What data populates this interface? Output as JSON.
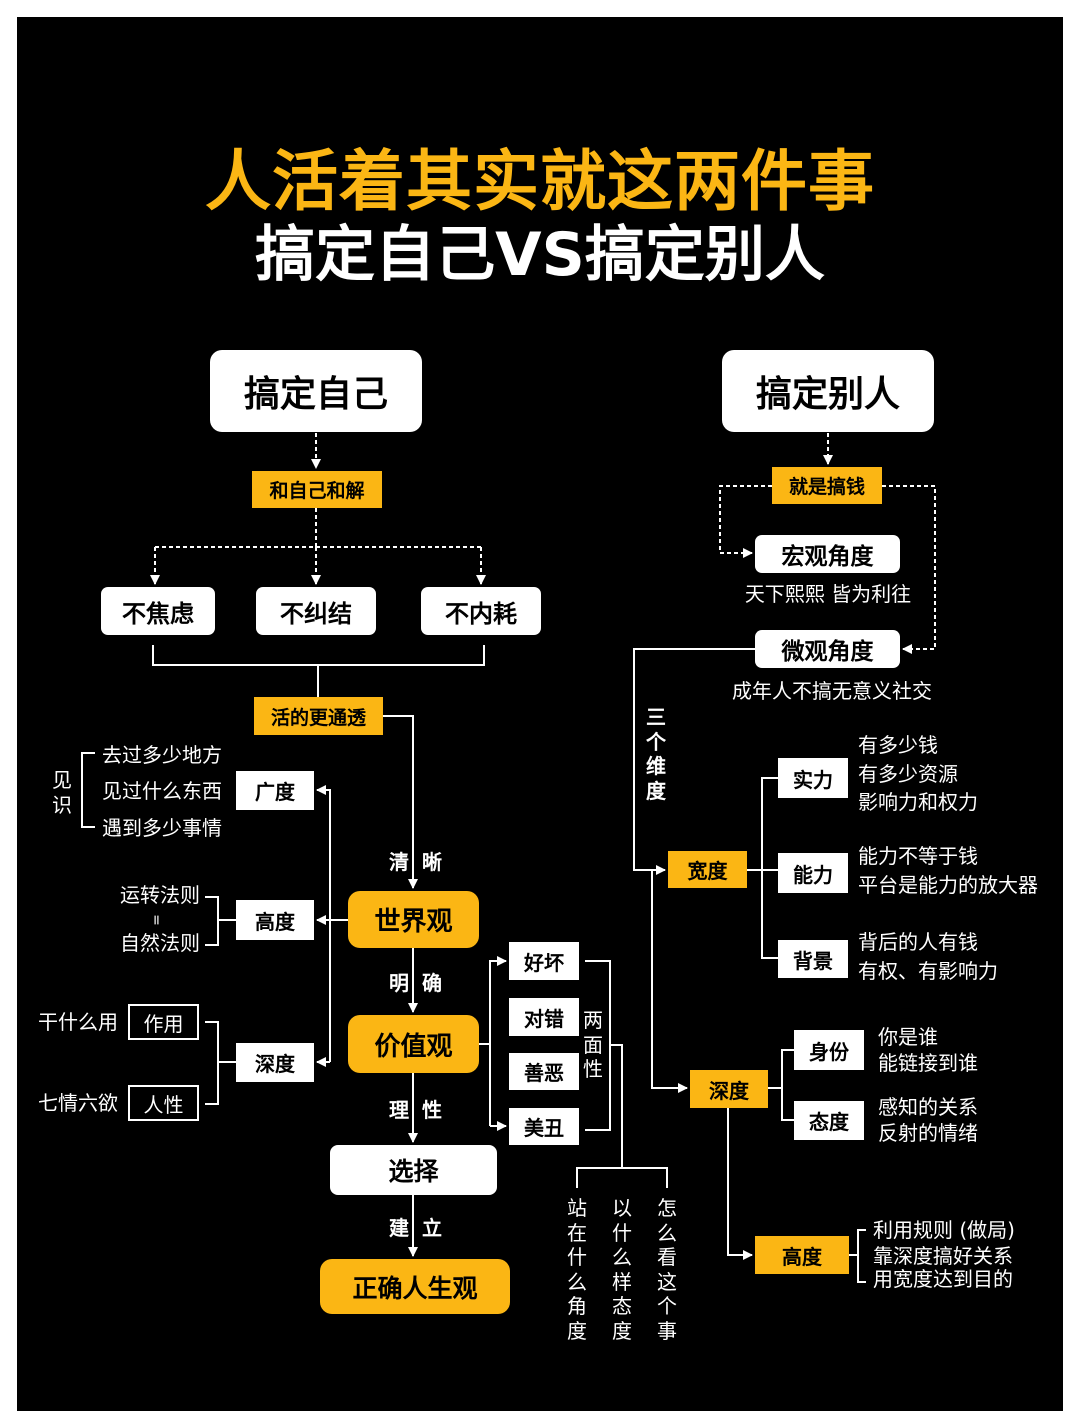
{
  "title": {
    "line1": "人活着其实就这两件事",
    "line2": "搞定自己VS搞定别人"
  },
  "colors": {
    "accent": "#fbb614",
    "background": "#000000",
    "box": "#ffffff"
  },
  "self": {
    "root": "搞定自己",
    "step1": "和自己和解",
    "branches": [
      "不焦虑",
      "不纠结",
      "不内耗"
    ],
    "step2": "活的更通透",
    "flow": [
      {
        "label": [
          "清",
          "晰"
        ]
      },
      {
        "node": "世界观"
      },
      {
        "label": [
          "明",
          "确"
        ]
      },
      {
        "node": "价值观"
      },
      {
        "label": [
          "理",
          "性"
        ]
      },
      {
        "node": "选择"
      },
      {
        "label": [
          "建",
          "立"
        ]
      },
      {
        "node": "正确人生观"
      }
    ],
    "worldview": {
      "breadth": {
        "label": "广度",
        "group": "见识",
        "items": [
          "去过多少地方",
          "见过什么东西",
          "遇到多少事情"
        ]
      },
      "height": {
        "label": "高度",
        "items": [
          "运转法则",
          "=",
          "自然法则"
        ]
      },
      "depth": {
        "label": "深度",
        "items": [
          {
            "desc": "干什么用",
            "box": "作用"
          },
          {
            "desc": "七情六欲",
            "box": "人性"
          }
        ]
      }
    },
    "values": {
      "items": [
        "好坏",
        "对错",
        "善恶",
        "美丑"
      ],
      "group": "两面性",
      "perspectives": [
        "站在什么角度",
        "以什么样态度",
        "怎么看这个事"
      ]
    }
  },
  "others": {
    "root": "搞定别人",
    "step1": "就是搞钱",
    "macro": {
      "label": "宏观角度",
      "desc": "天下熙熙 皆为利往"
    },
    "micro": {
      "label": "微观角度",
      "desc": "成年人不搞无意义社交"
    },
    "dimensions_label": "三个维度",
    "breadth": {
      "label": "宽度",
      "items": [
        {
          "box": "实力",
          "lines": [
            "有多少钱",
            "有多少资源",
            "影响力和权力"
          ]
        },
        {
          "box": "能力",
          "lines": [
            "能力不等于钱",
            "平台是能力的放大器"
          ]
        },
        {
          "box": "背景",
          "lines": [
            "背后的人有钱",
            "有权、有影响力"
          ]
        }
      ]
    },
    "depth": {
      "label": "深度",
      "items": [
        {
          "box": "身份",
          "lines": [
            "你是谁",
            "能链接到谁"
          ]
        },
        {
          "box": "态度",
          "lines": [
            "感知的关系",
            "反射的情绪"
          ]
        }
      ]
    },
    "height": {
      "label": "高度",
      "lines": [
        "利用规则 (做局)",
        "靠深度搞好关系",
        "用宽度达到目的"
      ]
    }
  }
}
